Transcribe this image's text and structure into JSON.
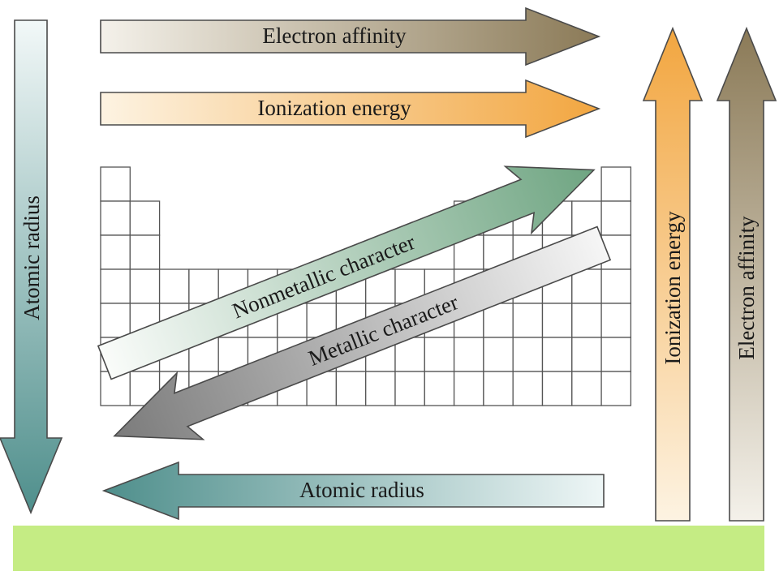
{
  "labels": {
    "electron_affinity_h": "Electron affinity",
    "ionization_energy_h": "Ionization energy",
    "atomic_radius_v": "Atomic radius",
    "atomic_radius_h": "Atomic radius",
    "ionization_energy_v": "Ionization energy",
    "electron_affinity_v": "Electron affinity",
    "nonmetallic_character": "Nonmetallic character",
    "metallic_character": "Metallic character"
  },
  "colors": {
    "electron_affinity": "#8b7a57",
    "ionization_energy": "#f2a640",
    "atomic_radius": "#4f8f8c",
    "nonmetallic_character": "#6fa582",
    "metallic_character": "#7b7b7b",
    "footer_bar": "#c5ec84"
  }
}
